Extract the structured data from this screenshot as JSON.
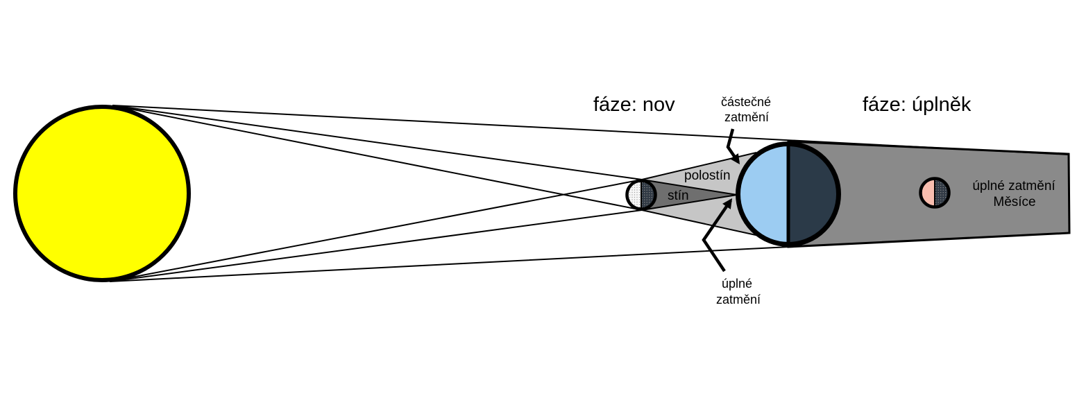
{
  "diagram": {
    "phase_new_moon_title": "fáze: nov",
    "phase_full_moon_title": "fáze: úplněk",
    "labels": {
      "partial_eclipse_line1": "částečné",
      "partial_eclipse_line2": "zatmění",
      "penumbra": "polostín",
      "umbra": "stín",
      "total_eclipse_line1": "úplné",
      "total_eclipse_line2": "zatmění",
      "lunar_eclipse_line1": "úplné zatmění",
      "lunar_eclipse_line2": "Měsíce"
    },
    "colors": {
      "sun": "#FFFF00",
      "penumbra": "#C6C6C6",
      "umbra": "#6F6F6F",
      "earth_shadow_band": "#8A8A8A",
      "earth_day": "#9CCCF2",
      "earth_night": "#2B3A48",
      "moon_lit": "#F7F7F7",
      "moon_lit_dots": "#A0A0A0",
      "moon_dark": "#303944",
      "moon_dark_dots": "#8C8C8C",
      "moon_eclipsed": "#F8BDAE"
    }
  }
}
